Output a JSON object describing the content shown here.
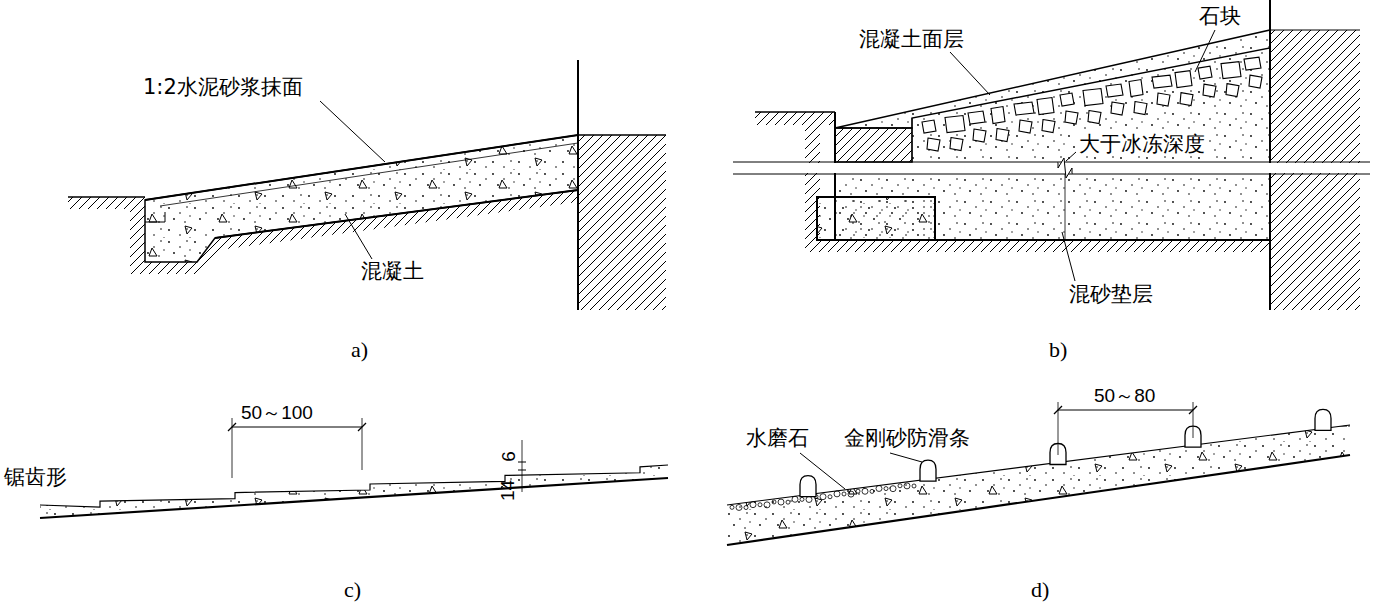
{
  "diagram": {
    "labels": [
      "1:2水泥砂浆抹面",
      "混凝土",
      "a)",
      "混凝土面层",
      "石块",
      "大于冰冻深度",
      "混砂垫层",
      "b)",
      "锯齿形",
      "50～100",
      "14",
      "6",
      "c)",
      "水磨石",
      "金刚砂防滑条",
      "50～80",
      "d)"
    ]
  }
}
